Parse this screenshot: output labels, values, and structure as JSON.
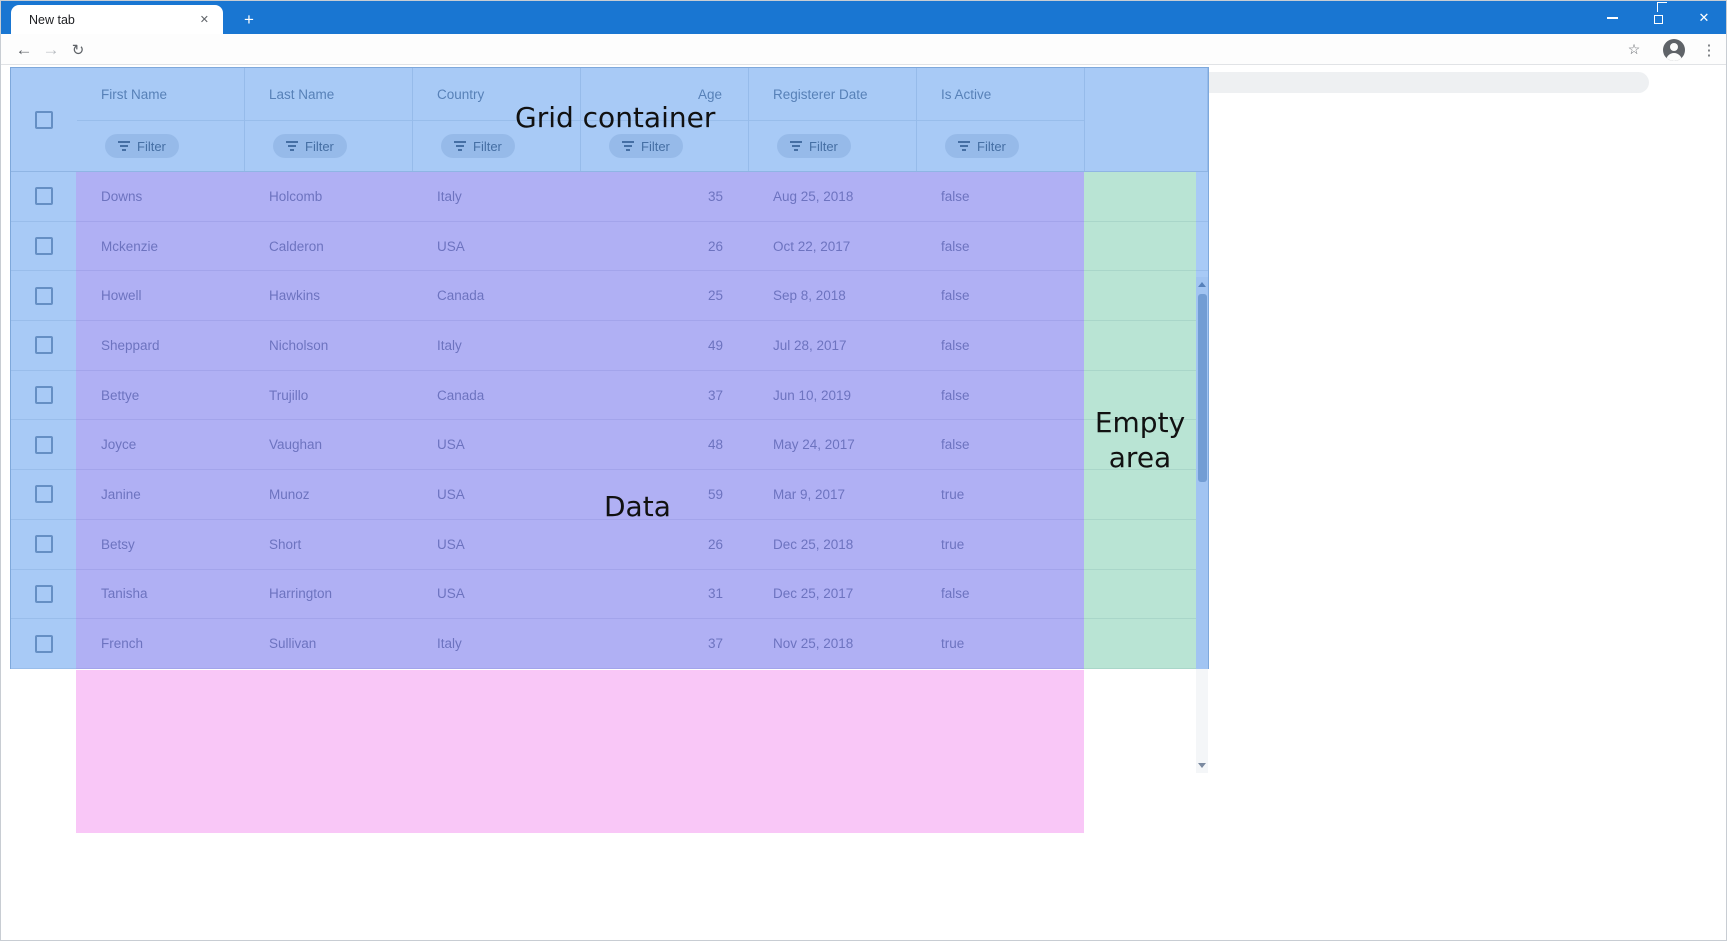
{
  "browser": {
    "tab": {
      "title": "New tab",
      "close_icon": "✕"
    },
    "new_tab_icon": "+",
    "toolbar": {
      "back_icon": "←",
      "forward_icon": "→",
      "reload_icon": "↻",
      "address_value": "",
      "bookmark_icon": "☆",
      "menu_icon": "⋮"
    },
    "window_controls": {
      "minimize_icon": "–",
      "restore_icon": "❐",
      "close_icon": "✕"
    }
  },
  "colors": {
    "titlebar_blue": "#1976d2",
    "overlay_grid_container": "rgba(26,115,232,0.38)",
    "overlay_data": "rgba(80,80,230,0.45)",
    "overlay_empty_area": "rgba(55,177,132,0.35)",
    "overlay_offscreen_rows": "rgba(233,30,224,0.25)"
  },
  "annotations": {
    "grid_container": "Grid container",
    "data": "Data",
    "empty_area": "Empty area"
  },
  "grid": {
    "filter_label": "Filter",
    "columns": [
      {
        "label": "First Name",
        "align": "left"
      },
      {
        "label": "Last Name",
        "align": "left"
      },
      {
        "label": "Country",
        "align": "left"
      },
      {
        "label": "Age",
        "align": "right"
      },
      {
        "label": "Registerer Date",
        "align": "left"
      },
      {
        "label": "Is Active",
        "align": "left"
      }
    ],
    "rows": [
      [
        "Downs",
        "Holcomb",
        "Italy",
        "35",
        "Aug 25, 2018",
        "false"
      ],
      [
        "Mckenzie",
        "Calderon",
        "USA",
        "26",
        "Oct 22, 2017",
        "false"
      ],
      [
        "Howell",
        "Hawkins",
        "Canada",
        "25",
        "Sep 8, 2018",
        "false"
      ],
      [
        "Sheppard",
        "Nicholson",
        "Italy",
        "49",
        "Jul 28, 2017",
        "false"
      ],
      [
        "Bettye",
        "Trujillo",
        "Canada",
        "37",
        "Jun 10, 2019",
        "false"
      ],
      [
        "Joyce",
        "Vaughan",
        "USA",
        "48",
        "May 24, 2017",
        "false"
      ],
      [
        "Janine",
        "Munoz",
        "USA",
        "59",
        "Mar 9, 2017",
        "true"
      ],
      [
        "Betsy",
        "Short",
        "USA",
        "26",
        "Dec 25, 2018",
        "true"
      ],
      [
        "Tanisha",
        "Harrington",
        "USA",
        "31",
        "Dec 25, 2017",
        "false"
      ],
      [
        "French",
        "Sullivan",
        "Italy",
        "37",
        "Nov 25, 2018",
        "true"
      ]
    ]
  }
}
